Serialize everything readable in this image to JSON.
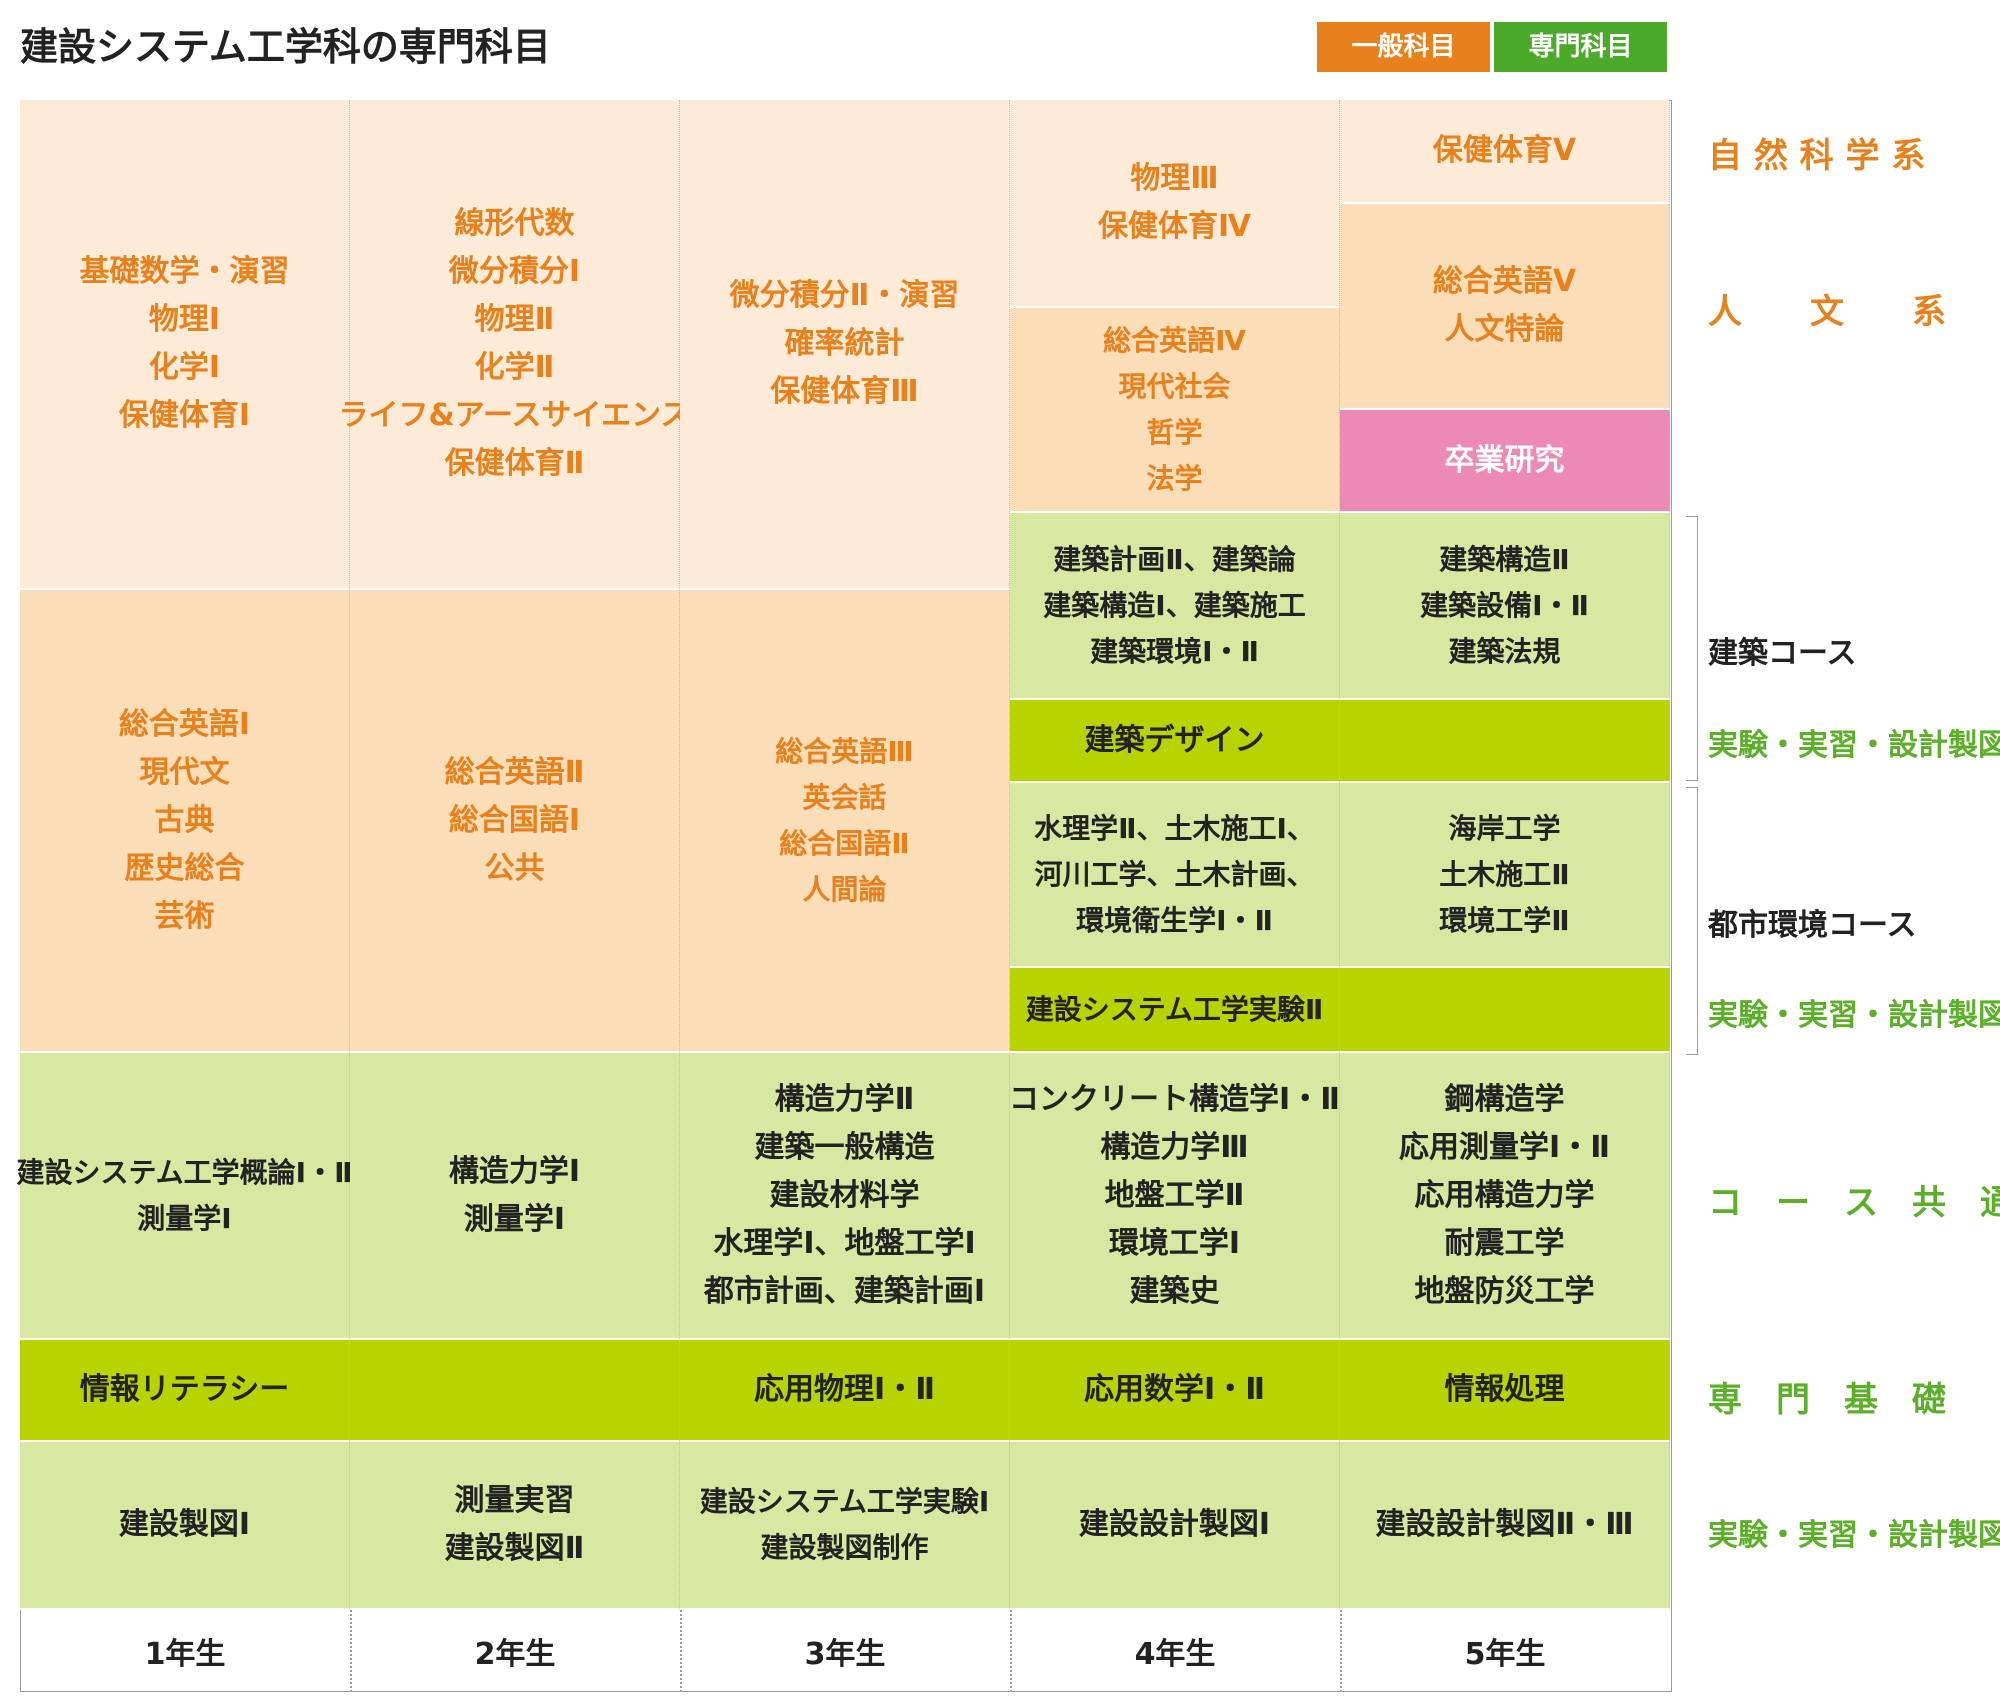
{
  "title": "建設システム工学科の専門科目",
  "legend": [
    {
      "label": "一般科目",
      "color": "#e8801c"
    },
    {
      "label": "専門科目",
      "color": "#4caa2a"
    }
  ],
  "colors": {
    "general_light": "#fdebd7",
    "general_mid": "#fbddb8",
    "special_light": "#d9e8a1",
    "special_strong": "#b8d400",
    "pink": "#ec89b4",
    "general_text": "#e8801c",
    "special_side_text": "#5caf29"
  },
  "years": [
    "1年生",
    "2年生",
    "3年生",
    "4年生",
    "5年生"
  ],
  "cells": {
    "y1_natural": [
      "基礎数学・演習",
      "物理Ⅰ",
      "化学Ⅰ",
      "保健体育Ⅰ"
    ],
    "y2_natural": [
      "線形代数",
      "微分積分Ⅰ",
      "物理Ⅱ",
      "化学Ⅱ",
      "ライフ&アースサイエンス",
      "保健体育Ⅱ"
    ],
    "y3_natural": [
      "微分積分Ⅱ・演習",
      "確率統計",
      "保健体育Ⅲ"
    ],
    "y4_natural": [
      "物理Ⅲ",
      "保健体育Ⅳ"
    ],
    "y5_natural": [
      "保健体育Ⅴ"
    ],
    "y4_humanities": [
      "総合英語Ⅳ",
      "現代社会",
      "哲学",
      "法学"
    ],
    "y5_humanities": [
      "総合英語Ⅴ",
      "人文特論"
    ],
    "y5_graduation": [
      "卒業研究"
    ],
    "y1_humanities": [
      "総合英語Ⅰ",
      "現代文",
      "古典",
      "歴史総合",
      "芸術"
    ],
    "y2_humanities": [
      "総合英語Ⅱ",
      "総合国語Ⅰ",
      "公共"
    ],
    "y3_humanities": [
      "総合英語Ⅲ",
      "英会話",
      "総合国語Ⅱ",
      "人間論"
    ],
    "y4_arch": [
      "建築計画Ⅱ、建築論",
      "建築構造Ⅰ、建築施工",
      "建築環境Ⅰ・Ⅱ"
    ],
    "y5_arch": [
      "建築構造Ⅱ",
      "建築設備Ⅰ・Ⅱ",
      "建築法規"
    ],
    "y4_arch_lab": [
      "建築デザイン"
    ],
    "y4_urban": [
      "水理学Ⅱ、土木施工Ⅰ、",
      "河川工学、土木計画、",
      "環境衛生学Ⅰ・Ⅱ"
    ],
    "y5_urban": [
      "海岸工学",
      "土木施工Ⅱ",
      "環境工学Ⅱ"
    ],
    "y4_urban_lab": [
      "建設システム工学実験Ⅱ"
    ],
    "y1_common": [
      "建設システム工学概論Ⅰ・Ⅱ",
      "測量学Ⅰ"
    ],
    "y2_common": [
      "構造力学Ⅰ",
      "測量学Ⅰ"
    ],
    "y3_common": [
      "構造力学Ⅱ",
      "建築一般構造",
      "建設材料学",
      "水理学Ⅰ、地盤工学Ⅰ",
      "都市計画、建築計画Ⅰ"
    ],
    "y4_common": [
      "コンクリート構造学Ⅰ・Ⅱ",
      "構造力学Ⅲ",
      "地盤工学Ⅱ",
      "環境工学Ⅰ",
      "建築史"
    ],
    "y5_common": [
      "鋼構造学",
      "応用測量学Ⅰ・Ⅱ",
      "応用構造力学",
      "耐震工学",
      "地盤防災工学"
    ],
    "y1_basic": [
      "情報リテラシー"
    ],
    "y3_basic": [
      "応用物理Ⅰ・Ⅱ"
    ],
    "y4_basic": [
      "応用数学Ⅰ・Ⅱ"
    ],
    "y5_basic": [
      "情報処理"
    ],
    "y1_lab": [
      "建設製図Ⅰ"
    ],
    "y2_lab": [
      "測量実習",
      "建設製図Ⅱ"
    ],
    "y3_lab": [
      "建設システム工学実験Ⅰ",
      "建設製図制作"
    ],
    "y4_lab": [
      "建設設計製図Ⅰ"
    ],
    "y5_lab": [
      "建設設計製図Ⅱ・Ⅲ"
    ]
  },
  "side_labels": {
    "natural_science": "自 然 科 学 系",
    "humanities": "人　　文　　系",
    "arch_course": "建築コース",
    "arch_lab": "実験・実習・設計製図",
    "urban_course": "都市環境コース",
    "urban_lab": "実験・実習・設計製図",
    "common": "コ　ー　ス　共　通",
    "basic": "専　門　基　礎",
    "lab": "実験・実習・設計製図"
  }
}
